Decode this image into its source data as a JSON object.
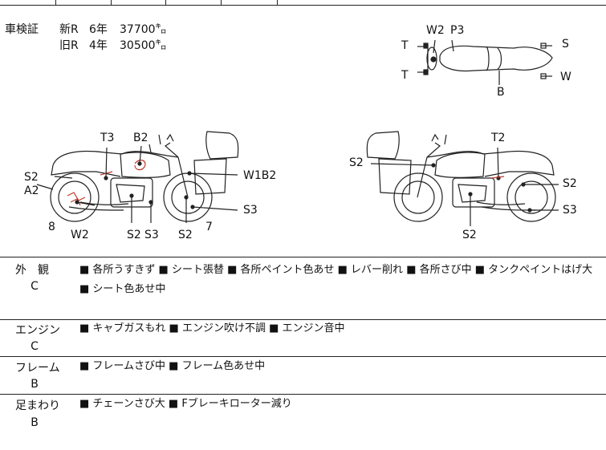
{
  "registration": {
    "label": "車検証",
    "new_label": "新R",
    "new_term": "6年",
    "new_km": "37700",
    "old_label": "旧R",
    "old_term": "4年",
    "old_km": "30500",
    "km_unit": "㌔"
  },
  "top_diagram": {
    "w2": "W2",
    "p3": "P3",
    "t_top": "T",
    "t_bottom": "T",
    "s": "S",
    "w": "W",
    "b": "B"
  },
  "left_diagram": {
    "t3": "T3",
    "b2": "B2",
    "s2_left": "S2",
    "a2": "A2",
    "w1b2": "W1B2",
    "s3_right": "S3",
    "eight": "8",
    "w2": "W2",
    "s2_bottom": "S2",
    "s3_bottom": "S3",
    "s2_front": "S2",
    "seven": "7"
  },
  "right_diagram": {
    "t2": "T2",
    "s2_left": "S2",
    "s2_right": "S2",
    "s3_right": "S3",
    "s2_bottom": "S2"
  },
  "rows": [
    {
      "label": "外　観",
      "grade": "C",
      "text": "■ 各所うすきず ■ シート張替 ■ 各所ペイント色あせ ■ レバー削れ ■ 各所さび中 ■ タンクペイントはげ大 ■ シート色あせ中"
    },
    {
      "label": "エンジン",
      "grade": "C",
      "text": "■ キャブガスもれ ■ エンジン吹け不調 ■ エンジン音中"
    },
    {
      "label": "フレーム",
      "grade": "B",
      "text": "■ フレームさび中 ■ フレーム色あせ中"
    },
    {
      "label": "足まわり",
      "grade": "B",
      "text": "■ チェーンさび大 ■ Fブレーキローター減り"
    }
  ]
}
